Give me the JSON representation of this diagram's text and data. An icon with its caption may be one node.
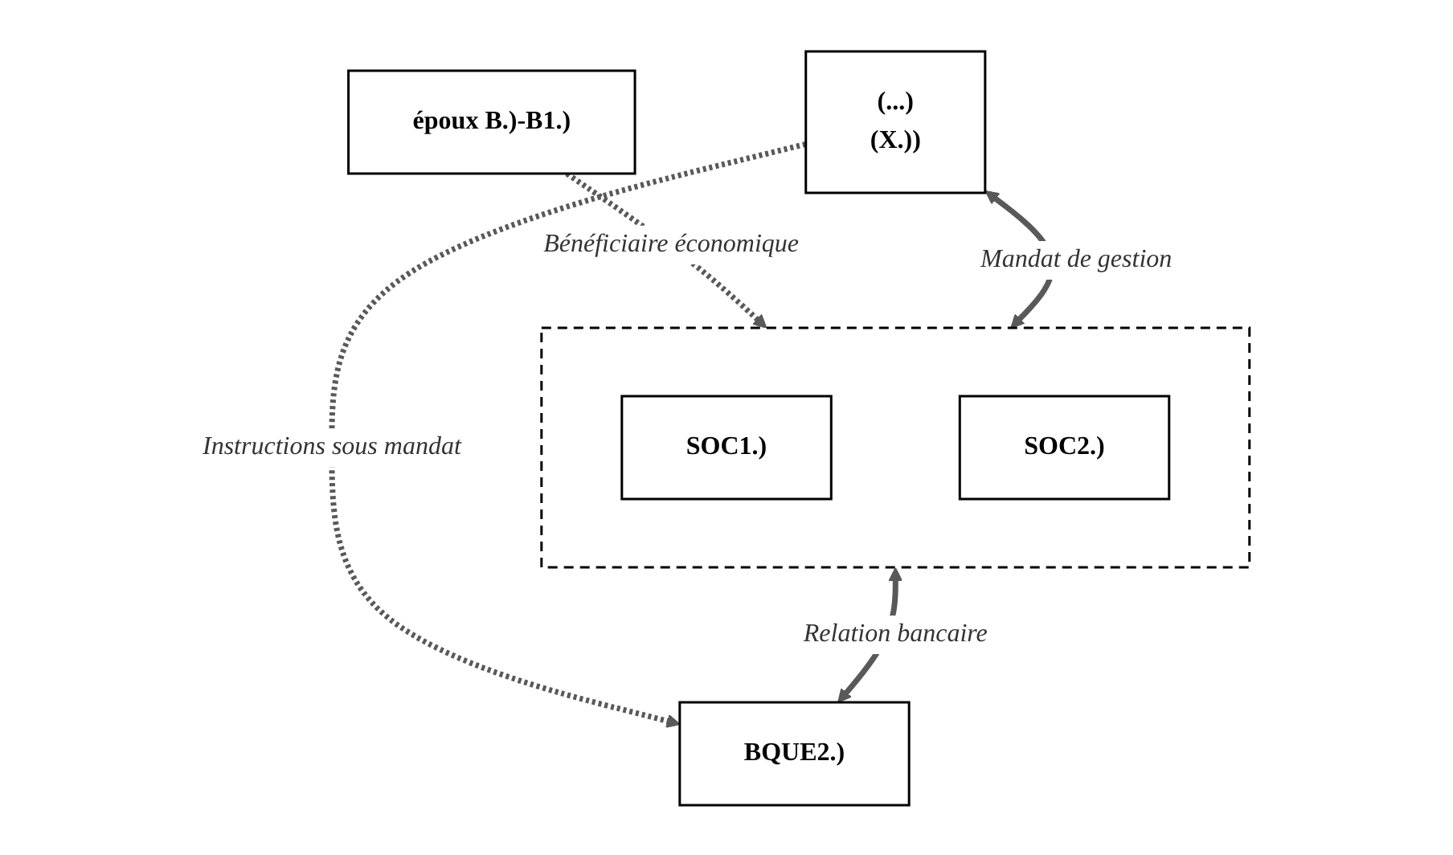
{
  "diagram": {
    "nodes": [
      {
        "text": [
          "époux B.)-B1.)"
        ]
      },
      {
        "text": [],
        "shape": "box"
      },
      {
        "text": [
          "SOC1.)"
        ],
        "in": 1
      },
      {
        "text": [
          "SOC2.)"
        ],
        "in": 1
      },
      {
        "text": [
          "(...)",
          "(X.))"
        ]
      },
      {
        "text": [
          "BQUE2.)"
        ]
      }
    ],
    "edges": [
      {
        "from": 0,
        "to": 1,
        "arrow": "to",
        "style": "dashed",
        "label": "Bénéficiaire économique"
      },
      {
        "from": 4,
        "to": 1,
        "arrow": "both",
        "label": "Mandat de gestion"
      },
      {
        "from": 1,
        "to": 5,
        "arrow": "both",
        "label": "Relation bancaire"
      },
      {
        "from": 4,
        "to": 5,
        "arrow": "to",
        "style": "dashed",
        "label": "Instructions sous mandat"
      }
    ]
  }
}
